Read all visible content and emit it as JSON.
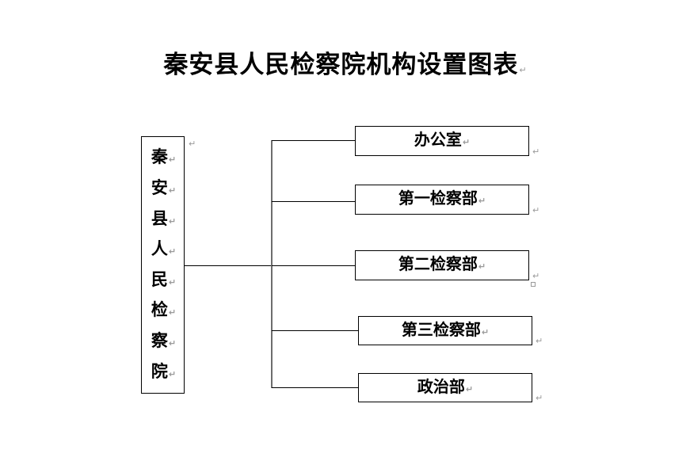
{
  "document": {
    "title": "秦安县人民检察院机构设置图表",
    "paragraph_mark": "↵"
  },
  "chart_data": {
    "type": "diagram",
    "diagram_kind": "organizational-chart",
    "title": "秦安县人民检察院机构设置图表",
    "root": {
      "label": "秦安县人民检察院",
      "orientation": "vertical",
      "characters": [
        "秦",
        "安",
        "县",
        "人",
        "民",
        "检",
        "察",
        "院"
      ]
    },
    "children": [
      {
        "label": "办公室"
      },
      {
        "label": "第一检察部"
      },
      {
        "label": "第二检察部"
      },
      {
        "label": "第三检察部"
      },
      {
        "label": "政治部"
      }
    ],
    "connector_style": "bracket",
    "edge_count": 5
  },
  "colors": {
    "background": "#ffffff",
    "text": "#000000",
    "box_border": "#000000",
    "trunk_line": "#6e6e6e",
    "formatting_mark": "#9a9a9a"
  }
}
